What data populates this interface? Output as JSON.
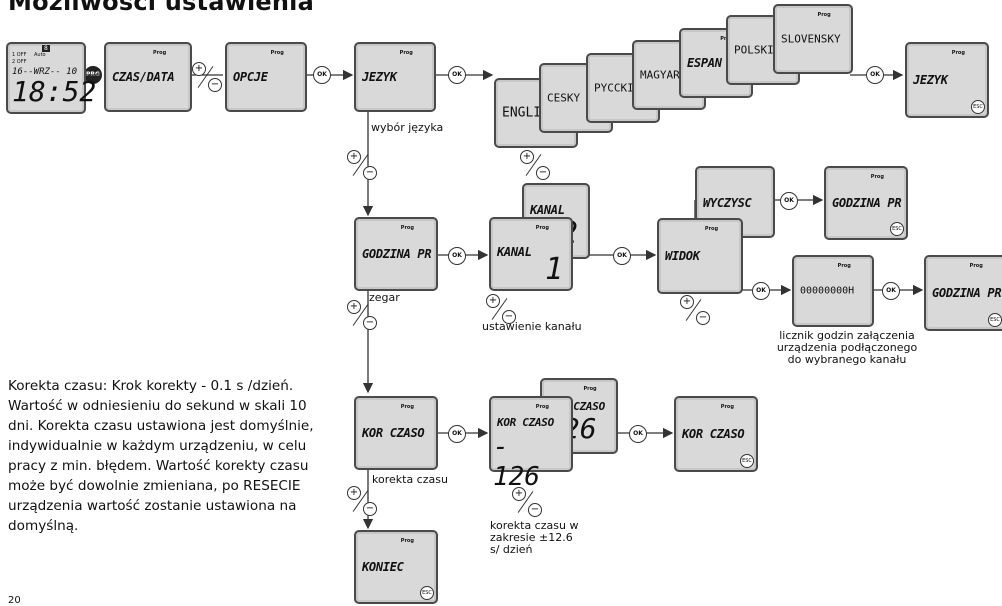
{
  "title": "Możliwości ustawienia",
  "prog_label": "Prog",
  "esc_label": "ESC",
  "ok_label": "OK",
  "prg_label": "PRG",
  "plus": "+",
  "minus": "−",
  "clock": {
    "status1": "1 OFF",
    "status2": "2 OFF",
    "mode": "Auto",
    "date": "16--WRZ-- 10",
    "time": "18:52",
    "indicator": "8"
  },
  "screens": {
    "czas_data": "CZAS/DATA",
    "opcje": "OPCJE",
    "jezyk": "JEZYK",
    "lang_english": "ENGLIS",
    "lang_cesky": "CESKY",
    "lang_russian": "PYCCKI",
    "lang_magyar": "MAGYAR",
    "lang_espanol": "ESPAN",
    "lang_polski": "POLSKI",
    "lang_slovensky": "SLOVENSKY",
    "jezyk_result": "JEZYK",
    "godzina_pr": "GODZINA PR",
    "kanal": "KANAL",
    "kanal_back_val": "2",
    "kanal_front_val": "1",
    "wyczysc": "WYCZYSC",
    "godzina_pr_2": "GODZINA PR",
    "widok": "WIDOK",
    "counter": "00000000H",
    "godzina_pr_3": "GODZINA PR",
    "kor_czaso": "KOR CZASO",
    "kor_back_val": "126",
    "kor_front_val": "- 126",
    "kor_czaso_result": "KOR CZASO",
    "koniec": "KONIEC"
  },
  "labels": {
    "wybor_jezyka": "wybór języka",
    "zegar": "zegar",
    "ustawienie_kanalu": "ustawienie kanału",
    "licznik": "licznik godzin załączenia urządzenia podłączonego do wybranego kanału",
    "korekta_czasu": "korekta czasu",
    "korekta_zakres": "korekta czasu w zakresie ±12.6 s/ dzień"
  },
  "note": "Korekta czasu: Krok korekty - 0.1 s /dzień. Wartość w odniesieniu do sekund w skali 10 dni. Korekta czasu ustawiona jest domyślnie, indywidualnie w każdym urządzeniu, w celu pracy z min. błędem. Wartość korekty czasu może być dowolnie zmieniana, po RESECIE urządzenia wartość zostanie ustawiona na domyślną.",
  "page_number": "20"
}
